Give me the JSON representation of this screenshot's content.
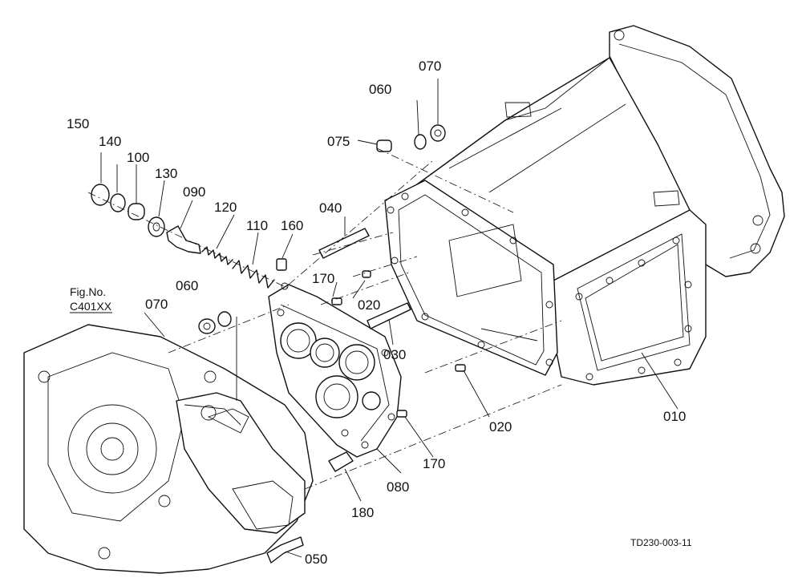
{
  "diagram": {
    "drawing_code": "TD230-003-11",
    "reference": {
      "line1": "Fig.No.",
      "line2": "C401XX"
    },
    "callouts": [
      {
        "id": "c150",
        "text": "150"
      },
      {
        "id": "c140",
        "text": "140"
      },
      {
        "id": "c100",
        "text": "100"
      },
      {
        "id": "c130",
        "text": "130"
      },
      {
        "id": "c090",
        "text": "090"
      },
      {
        "id": "c120",
        "text": "120"
      },
      {
        "id": "c110",
        "text": "110"
      },
      {
        "id": "c160",
        "text": "160"
      },
      {
        "id": "c040",
        "text": "040"
      },
      {
        "id": "c075",
        "text": "075"
      },
      {
        "id": "c060a",
        "text": "060"
      },
      {
        "id": "c070a",
        "text": "070"
      },
      {
        "id": "c060b",
        "text": "060"
      },
      {
        "id": "c070b",
        "text": "070"
      },
      {
        "id": "c170a",
        "text": "170"
      },
      {
        "id": "c020a",
        "text": "020"
      },
      {
        "id": "c030",
        "text": "030"
      },
      {
        "id": "c020b",
        "text": "020"
      },
      {
        "id": "c010",
        "text": "010"
      },
      {
        "id": "c170b",
        "text": "170"
      },
      {
        "id": "c080",
        "text": "080"
      },
      {
        "id": "c180",
        "text": "180"
      },
      {
        "id": "c050",
        "text": "050"
      }
    ]
  }
}
